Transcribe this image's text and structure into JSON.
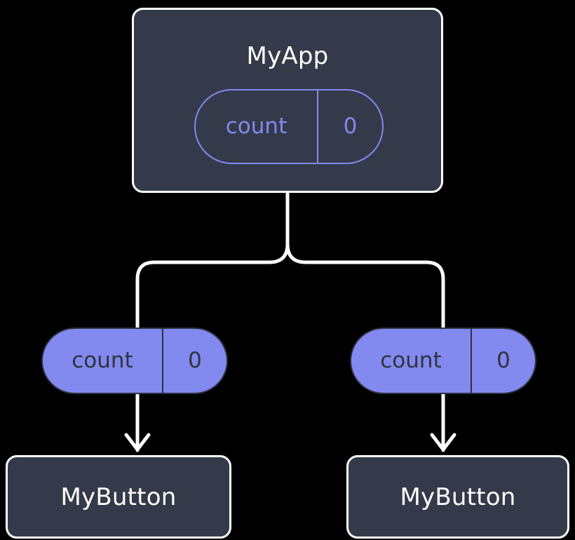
{
  "diagram": {
    "type": "component-tree",
    "background_color": "#000000",
    "accent_color": "#8289ef",
    "node_fill_color": "#343a49",
    "node_stroke_color": "#ffffff",
    "edge_color": "#ffffff"
  },
  "root": {
    "title": "MyApp",
    "state": {
      "key": "count",
      "value": "0"
    }
  },
  "branches": [
    {
      "prop": {
        "key": "count",
        "value": "0"
      },
      "child": {
        "title": "MyButton"
      }
    },
    {
      "prop": {
        "key": "count",
        "value": "0"
      },
      "child": {
        "title": "MyButton"
      }
    }
  ]
}
